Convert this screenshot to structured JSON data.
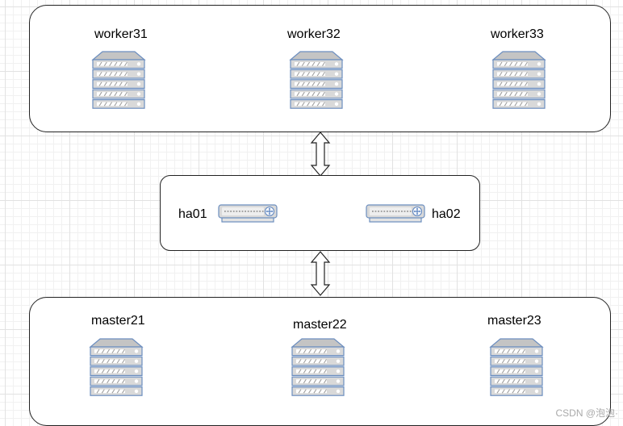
{
  "diagram": {
    "workers": {
      "nodes": [
        {
          "label": "worker31",
          "icon": "server-rack-icon"
        },
        {
          "label": "worker32",
          "icon": "server-rack-icon"
        },
        {
          "label": "worker33",
          "icon": "server-rack-icon"
        }
      ]
    },
    "load_balancers": {
      "nodes": [
        {
          "label": "ha01",
          "icon": "network-switch-icon"
        },
        {
          "label": "ha02",
          "icon": "network-switch-icon"
        }
      ]
    },
    "masters": {
      "nodes": [
        {
          "label": "master21",
          "icon": "server-rack-icon"
        },
        {
          "label": "master22",
          "icon": "server-rack-icon"
        },
        {
          "label": "master23",
          "icon": "server-rack-icon"
        }
      ]
    },
    "connectors": [
      {
        "from": "workers",
        "to": "load_balancers",
        "style": "double-headed-arrow"
      },
      {
        "from": "load_balancers",
        "to": "masters",
        "style": "double-headed-arrow"
      }
    ]
  },
  "colors": {
    "server_fill": "#d9d9d9",
    "server_top": "#c4c4c4",
    "server_stroke": "#6c8ebf",
    "switch_port": "#5a83c0",
    "group_border": "#222222"
  },
  "watermark": "CSDN @泡泡·"
}
